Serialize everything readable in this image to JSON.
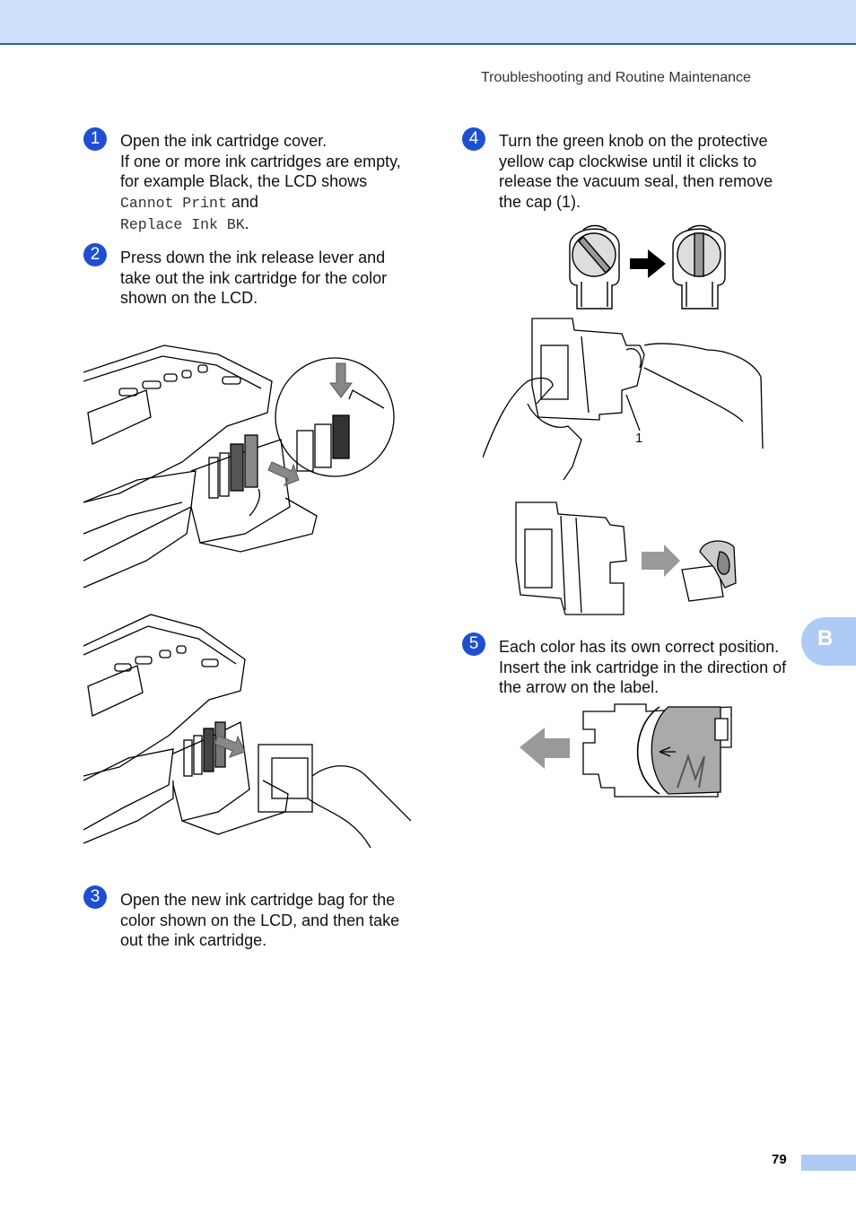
{
  "header": {
    "title": "Troubleshooting and Routine Maintenance"
  },
  "steps": [
    {
      "number": "1",
      "lines": [
        "Open the ink cartridge cover.",
        "If one or more ink cartridges are empty,",
        "for example Black, the LCD shows"
      ],
      "code1": "Cannot Print",
      "and": " and",
      "code2": "Replace Ink BK",
      "dot": "."
    },
    {
      "number": "2",
      "lines": [
        "Press down the ink release lever and",
        "take out the ink cartridge for the color",
        "shown on the LCD."
      ]
    },
    {
      "number": "3",
      "lines": [
        "Open the new ink cartridge bag for the",
        "color shown on the LCD, and then take",
        "out the ink cartridge."
      ]
    },
    {
      "number": "4",
      "lines": [
        "Turn the green knob on the protective",
        "yellow cap clockwise until it clicks to",
        "release the vacuum seal, then remove",
        "the cap (1)."
      ]
    },
    {
      "number": "5",
      "lines": [
        "Each color has its own correct position.",
        "Insert the ink cartridge in the direction of",
        "the arrow on the label."
      ]
    }
  ],
  "figure_callout": "1",
  "side_tab": "B",
  "page_number": "79"
}
